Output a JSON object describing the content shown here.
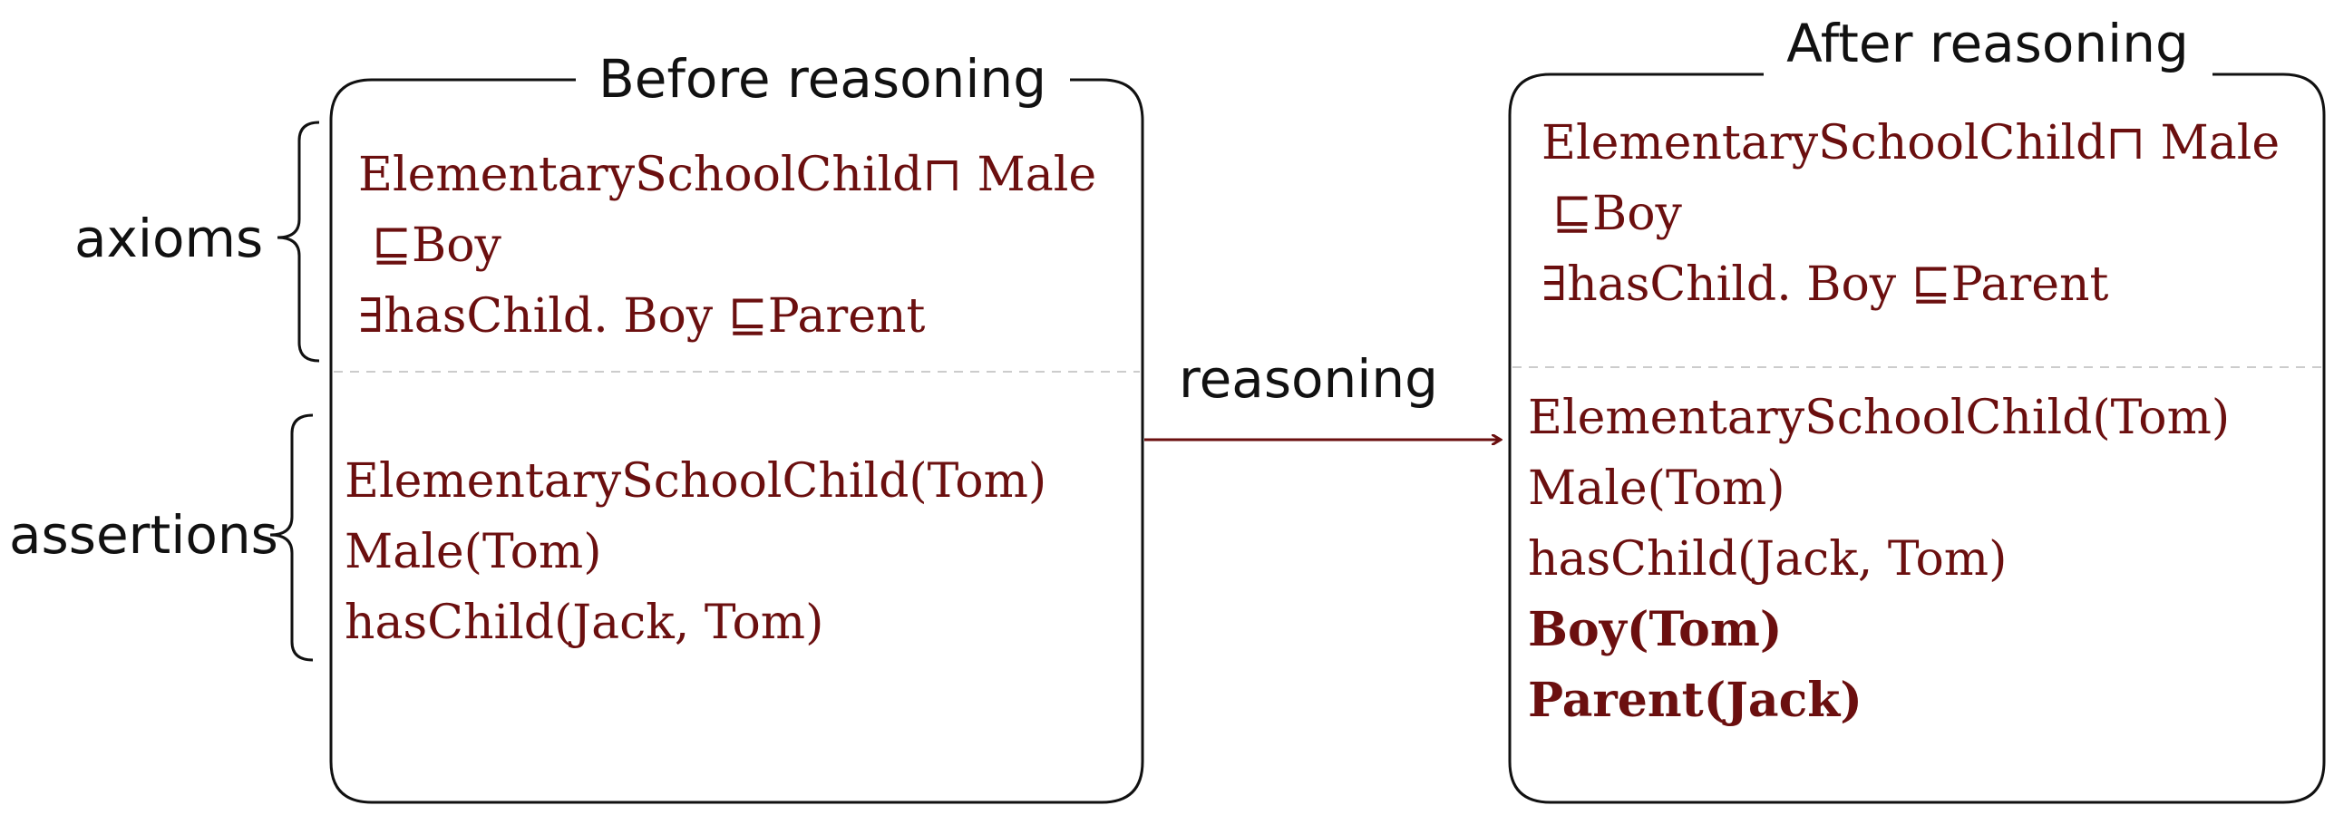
{
  "before_box": {
    "title": "Before reasoning",
    "axioms": [
      "ElementarySchoolChild⊓ Male",
      "⊑Boy",
      "∃hasChild. Boy ⊑Parent"
    ],
    "assertions": [
      "ElementarySchoolChild(Tom)",
      "Male(Tom)",
      "hasChild(Jack, Tom)"
    ]
  },
  "side_labels": {
    "axioms": "axioms",
    "assertions": "assertions"
  },
  "arrow_label": "reasoning",
  "after_box": {
    "title": "After reasoning",
    "axioms": [
      "ElementarySchoolChild⊓ Male",
      "⊑Boy",
      "∃hasChild. Boy ⊑Parent"
    ],
    "assertions": [
      "ElementarySchoolChild(Tom)",
      "Male(Tom)",
      "hasChild(Jack, Tom)"
    ],
    "inferred": [
      "Boy(Tom)",
      "Parent(Jack)"
    ]
  },
  "colors": {
    "logic_text": "#6b0f0f",
    "arrow": "#6b0f0f",
    "box_stroke": "#111111"
  }
}
